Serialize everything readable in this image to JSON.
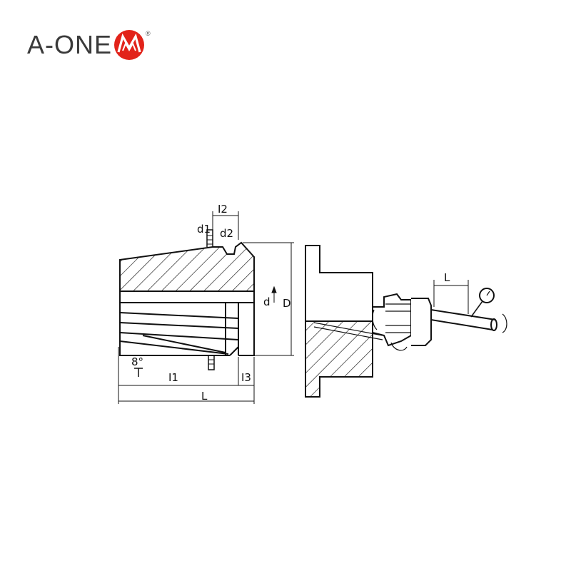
{
  "brand": {
    "name": "A-ONE",
    "registered": "®"
  },
  "labels": {
    "l2": "I2",
    "d1": "d1",
    "d2": "d2",
    "d": "d",
    "D": "D",
    "angle": "8°",
    "l1": "I1",
    "l3": "I3",
    "L": "L",
    "L_right": "L"
  },
  "colors": {
    "brand_red": "#e2231a",
    "ink": "#111111",
    "brand_gray": "#3a3a3a"
  }
}
